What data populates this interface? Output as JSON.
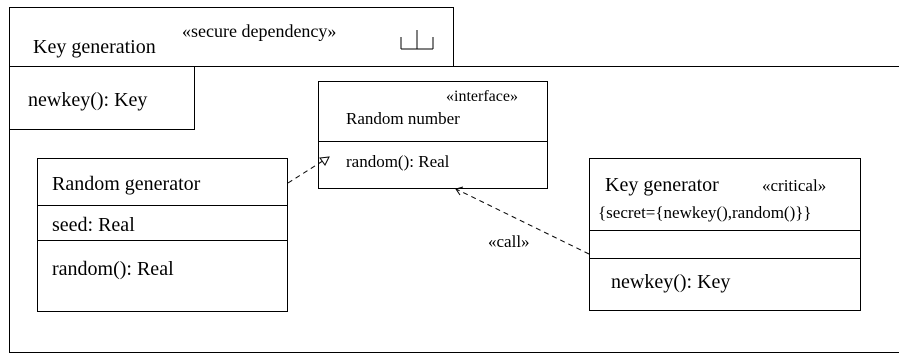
{
  "package": {
    "name": "Key generation",
    "stereotype": "«secure dependency»"
  },
  "interface_box": {
    "operation": "newkey(): Key"
  },
  "random_number": {
    "stereotype": "«interface»",
    "name": "Random number",
    "operation": "random(): Real"
  },
  "random_generator": {
    "name": "Random generator",
    "attribute": "seed: Real",
    "operation": "random(): Real"
  },
  "key_generator": {
    "name": "Key generator",
    "stereotype": "«critical»",
    "tag": "{secret={newkey(),random()}}",
    "operation": "newkey(): Key"
  },
  "call_dependency": {
    "label": "«call»"
  }
}
